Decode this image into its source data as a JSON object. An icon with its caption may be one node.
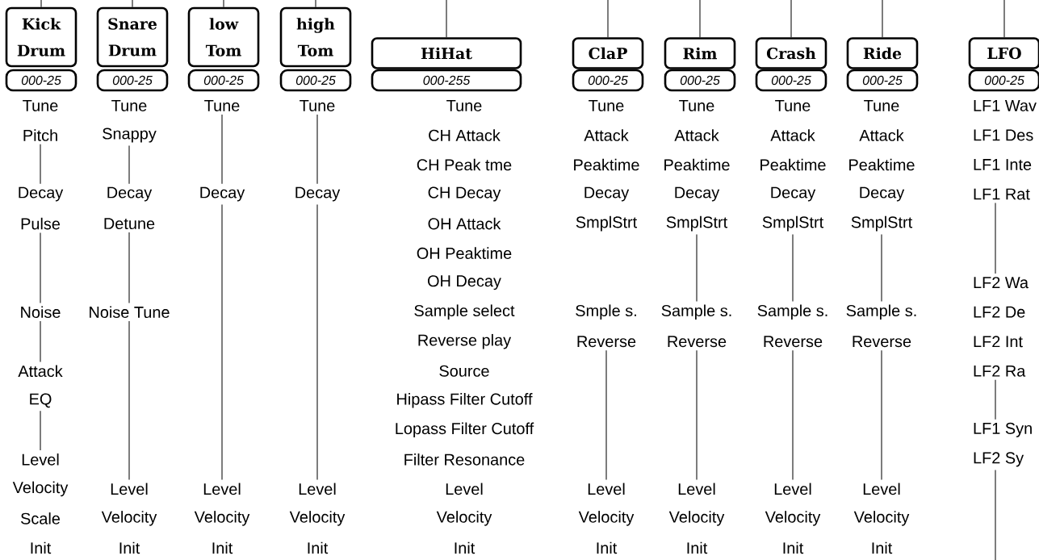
{
  "diagram": {
    "nodes": [
      {
        "text": [
          "Kick Drum"
        ]
      },
      {
        "text": [
          "000-25"
        ]
      },
      {
        "text": [
          "Tune"
        ]
      },
      {
        "text": [
          "Pitch"
        ]
      },
      {
        "text": [
          "Decay"
        ]
      },
      {
        "text": [
          "Pulse"
        ]
      },
      {
        "text": [
          "Noise"
        ]
      },
      {
        "text": [
          "Attack"
        ]
      },
      {
        "text": [
          "EQ"
        ]
      },
      {
        "text": [
          "Level"
        ]
      },
      {
        "text": [
          "Velocity"
        ]
      },
      {
        "text": [
          "Scale"
        ]
      },
      {
        "text": [
          "Init"
        ]
      },
      {
        "text": [
          "Snare Drum"
        ]
      },
      {
        "text": [
          "000-25"
        ]
      },
      {
        "text": [
          "Tune"
        ]
      },
      {
        "text": [
          "Snappy"
        ]
      },
      {
        "text": [
          "Decay"
        ]
      },
      {
        "text": [
          "Detune"
        ]
      },
      {
        "text": [
          "Noise Tune"
        ]
      },
      {
        "text": [
          "Level"
        ]
      },
      {
        "text": [
          "Velocity"
        ]
      },
      {
        "text": [
          "Init"
        ]
      },
      {
        "text": [
          "low Tom"
        ]
      },
      {
        "text": [
          "000-25"
        ]
      },
      {
        "text": [
          "Tune"
        ]
      },
      {
        "text": [
          "Decay"
        ]
      },
      {
        "text": [
          "Level"
        ]
      },
      {
        "text": [
          "Velocity"
        ]
      },
      {
        "text": [
          "Init"
        ]
      },
      {
        "text": [
          "high Tom"
        ]
      },
      {
        "text": [
          "000-25"
        ]
      },
      {
        "text": [
          "Tune"
        ]
      },
      {
        "text": [
          "Decay"
        ]
      },
      {
        "text": [
          "Level"
        ]
      },
      {
        "text": [
          "Velocity"
        ]
      },
      {
        "text": [
          "Init"
        ]
      },
      {
        "text": [
          "HiHat"
        ]
      },
      {
        "text": [
          "000-255"
        ]
      },
      {
        "text": [
          "Tune"
        ]
      },
      {
        "text": [
          "CH Attack"
        ]
      },
      {
        "text": [
          "CH Peak tme"
        ]
      },
      {
        "text": [
          "CH Decay"
        ]
      },
      {
        "text": [
          "OH Attack"
        ]
      },
      {
        "text": [
          "OH Peaktime"
        ]
      },
      {
        "text": [
          "OH Decay"
        ]
      },
      {
        "text": [
          "Sample select"
        ]
      },
      {
        "text": [
          "Reverse play"
        ]
      },
      {
        "text": [
          "Source"
        ]
      },
      {
        "text": [
          "Hipass Filter Cutoff"
        ]
      },
      {
        "text": [
          "Lopass Filter Cutoff"
        ]
      },
      {
        "text": [
          "Filter Resonance"
        ]
      },
      {
        "text": [
          "Level"
        ]
      },
      {
        "text": [
          "Velocity"
        ]
      },
      {
        "text": [
          "Init"
        ]
      },
      {
        "text": [
          "ClaP"
        ]
      },
      {
        "text": [
          "000-25"
        ]
      },
      {
        "text": [
          "Tune"
        ]
      },
      {
        "text": [
          "Attack"
        ]
      },
      {
        "text": [
          "Peaktime"
        ]
      },
      {
        "text": [
          "Decay"
        ]
      },
      {
        "text": [
          "SmplStrt"
        ]
      },
      {
        "text": [
          "Smple s."
        ]
      },
      {
        "text": [
          "Reverse"
        ]
      },
      {
        "text": [
          "Level"
        ]
      },
      {
        "text": [
          "Velocity"
        ]
      },
      {
        "text": [
          "Init"
        ]
      },
      {
        "text": [
          "Rim"
        ]
      },
      {
        "text": [
          "000-25"
        ]
      },
      {
        "text": [
          "Tune"
        ]
      },
      {
        "text": [
          "Attack"
        ]
      },
      {
        "text": [
          "Peaktime"
        ]
      },
      {
        "text": [
          "Decay"
        ]
      },
      {
        "text": [
          "SmplStrt"
        ]
      },
      {
        "text": [
          "Sample s."
        ]
      },
      {
        "text": [
          "Reverse"
        ]
      },
      {
        "text": [
          "Level"
        ]
      },
      {
        "text": [
          "Velocity"
        ]
      },
      {
        "text": [
          "Init"
        ]
      },
      {
        "text": [
          "Crash"
        ]
      },
      {
        "text": [
          "000-25"
        ]
      },
      {
        "text": [
          "Tune"
        ]
      },
      {
        "text": [
          "Attack"
        ]
      },
      {
        "text": [
          "Peaktime"
        ]
      },
      {
        "text": [
          "Decay"
        ]
      },
      {
        "text": [
          "SmplStrt"
        ]
      },
      {
        "text": [
          "Sample s."
        ]
      },
      {
        "text": [
          "Reverse"
        ]
      },
      {
        "text": [
          "Level"
        ]
      },
      {
        "text": [
          "Velocity"
        ]
      },
      {
        "text": [
          "Init"
        ]
      },
      {
        "text": [
          "Ride"
        ]
      },
      {
        "text": [
          "000-25"
        ]
      },
      {
        "text": [
          "Tune"
        ]
      },
      {
        "text": [
          "Attack"
        ]
      },
      {
        "text": [
          "Peaktime"
        ]
      },
      {
        "text": [
          "Decay"
        ]
      },
      {
        "text": [
          "SmplStrt"
        ]
      },
      {
        "text": [
          "Sample s."
        ]
      },
      {
        "text": [
          "Reverse"
        ]
      },
      {
        "text": [
          "Level"
        ]
      },
      {
        "text": [
          "Velocity"
        ]
      },
      {
        "text": [
          "Init"
        ]
      },
      {
        "text": [
          "LFO"
        ]
      },
      {
        "text": [
          "000-25"
        ]
      },
      {
        "text": [
          "LF1 Wav"
        ]
      },
      {
        "text": [
          "LF1 Des"
        ]
      },
      {
        "text": [
          "LF1 Inte"
        ]
      },
      {
        "text": [
          "LF1 Rat"
        ]
      },
      {
        "text": [
          "LF2 Wa"
        ]
      },
      {
        "text": [
          "LF2 De"
        ]
      },
      {
        "text": [
          "LF2 Int"
        ]
      },
      {
        "text": [
          "LF2 Ra"
        ]
      },
      {
        "text": [
          "LF1 Syn"
        ]
      },
      {
        "text": [
          "LF2 Sy"
        ]
      }
    ],
    "edges": [
      {
        "from": null,
        "to": 0,
        "arrow": "none"
      },
      {
        "from": null,
        "to": 13,
        "arrow": "none"
      },
      {
        "from": null,
        "to": 23,
        "arrow": "none"
      },
      {
        "from": null,
        "to": 30,
        "arrow": "none"
      },
      {
        "from": null,
        "to": 37,
        "arrow": "none"
      },
      {
        "from": null,
        "to": 55,
        "arrow": "none"
      },
      {
        "from": null,
        "to": 67,
        "arrow": "none"
      },
      {
        "from": null,
        "to": 79,
        "arrow": "none"
      },
      {
        "from": null,
        "to": 91,
        "arrow": "none"
      },
      {
        "from": null,
        "to": 103,
        "arrow": "none"
      },
      {
        "from": 3,
        "to": 4,
        "arrow": "none"
      },
      {
        "from": 5,
        "to": 6,
        "arrow": "none"
      },
      {
        "from": 6,
        "to": 7,
        "arrow": "none"
      },
      {
        "from": 8,
        "to": 9,
        "arrow": "none"
      },
      {
        "from": 16,
        "to": 17,
        "arrow": "none"
      },
      {
        "from": 18,
        "to": 19,
        "arrow": "none"
      },
      {
        "from": 19,
        "to": 20,
        "arrow": "none"
      },
      {
        "from": 25,
        "to": 26,
        "arrow": "none"
      },
      {
        "from": 26,
        "to": 27,
        "arrow": "none"
      },
      {
        "from": 32,
        "to": 33,
        "arrow": "none"
      },
      {
        "from": 33,
        "to": 34,
        "arrow": "none"
      },
      {
        "from": 63,
        "to": 64,
        "arrow": "none"
      },
      {
        "from": 73,
        "to": 74,
        "arrow": "none"
      },
      {
        "from": 75,
        "to": 76,
        "arrow": "none"
      },
      {
        "from": 85,
        "to": 86,
        "arrow": "none"
      },
      {
        "from": 87,
        "to": 88,
        "arrow": "none"
      },
      {
        "from": 97,
        "to": 98,
        "arrow": "none"
      },
      {
        "from": 99,
        "to": 100,
        "arrow": "none"
      },
      {
        "from": 108,
        "to": 109,
        "arrow": "none"
      },
      {
        "from": 112,
        "to": 113,
        "arrow": "none"
      },
      {
        "from": 114,
        "to": null,
        "arrow": "none"
      }
    ]
  }
}
